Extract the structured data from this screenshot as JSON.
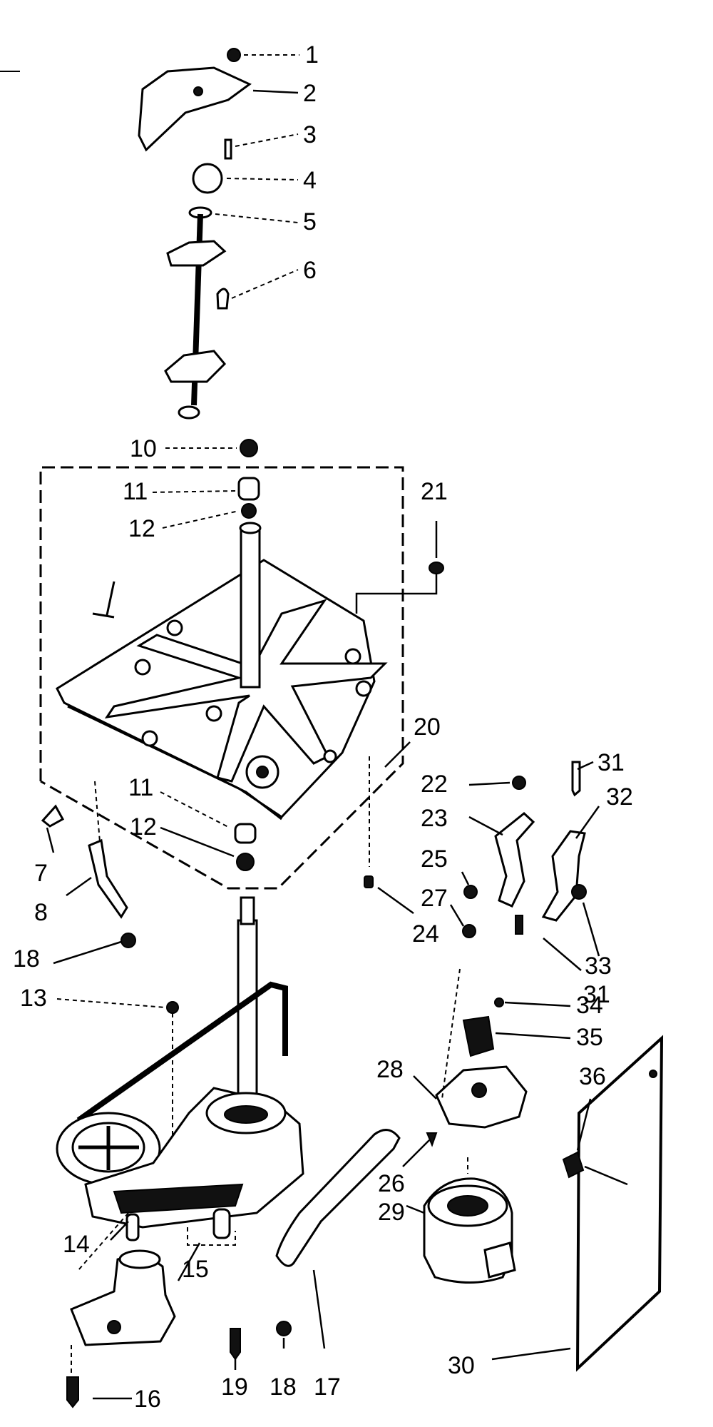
{
  "diagram": {
    "callouts": {
      "c1": "1",
      "c2": "2",
      "c3": "3",
      "c4": "4",
      "c5": "5",
      "c6": "6",
      "c7": "7",
      "c8": "8",
      "c10": "10",
      "c11a": "11",
      "c12a": "12",
      "c11b": "11",
      "c12b": "12",
      "c13": "13",
      "c14": "14",
      "c15": "15",
      "c16": "16",
      "c17": "17",
      "c18a": "18",
      "c18b": "18",
      "c19": "19",
      "c20": "20",
      "c21": "21",
      "c22": "22",
      "c23": "23",
      "c24": "24",
      "c25": "25",
      "c26": "26",
      "c27": "27",
      "c28": "28",
      "c29": "29",
      "c30": "30",
      "c31a": "31",
      "c31b": "31",
      "c32": "32",
      "c33": "33",
      "c34": "34",
      "c35": "35",
      "c36": "36"
    }
  }
}
